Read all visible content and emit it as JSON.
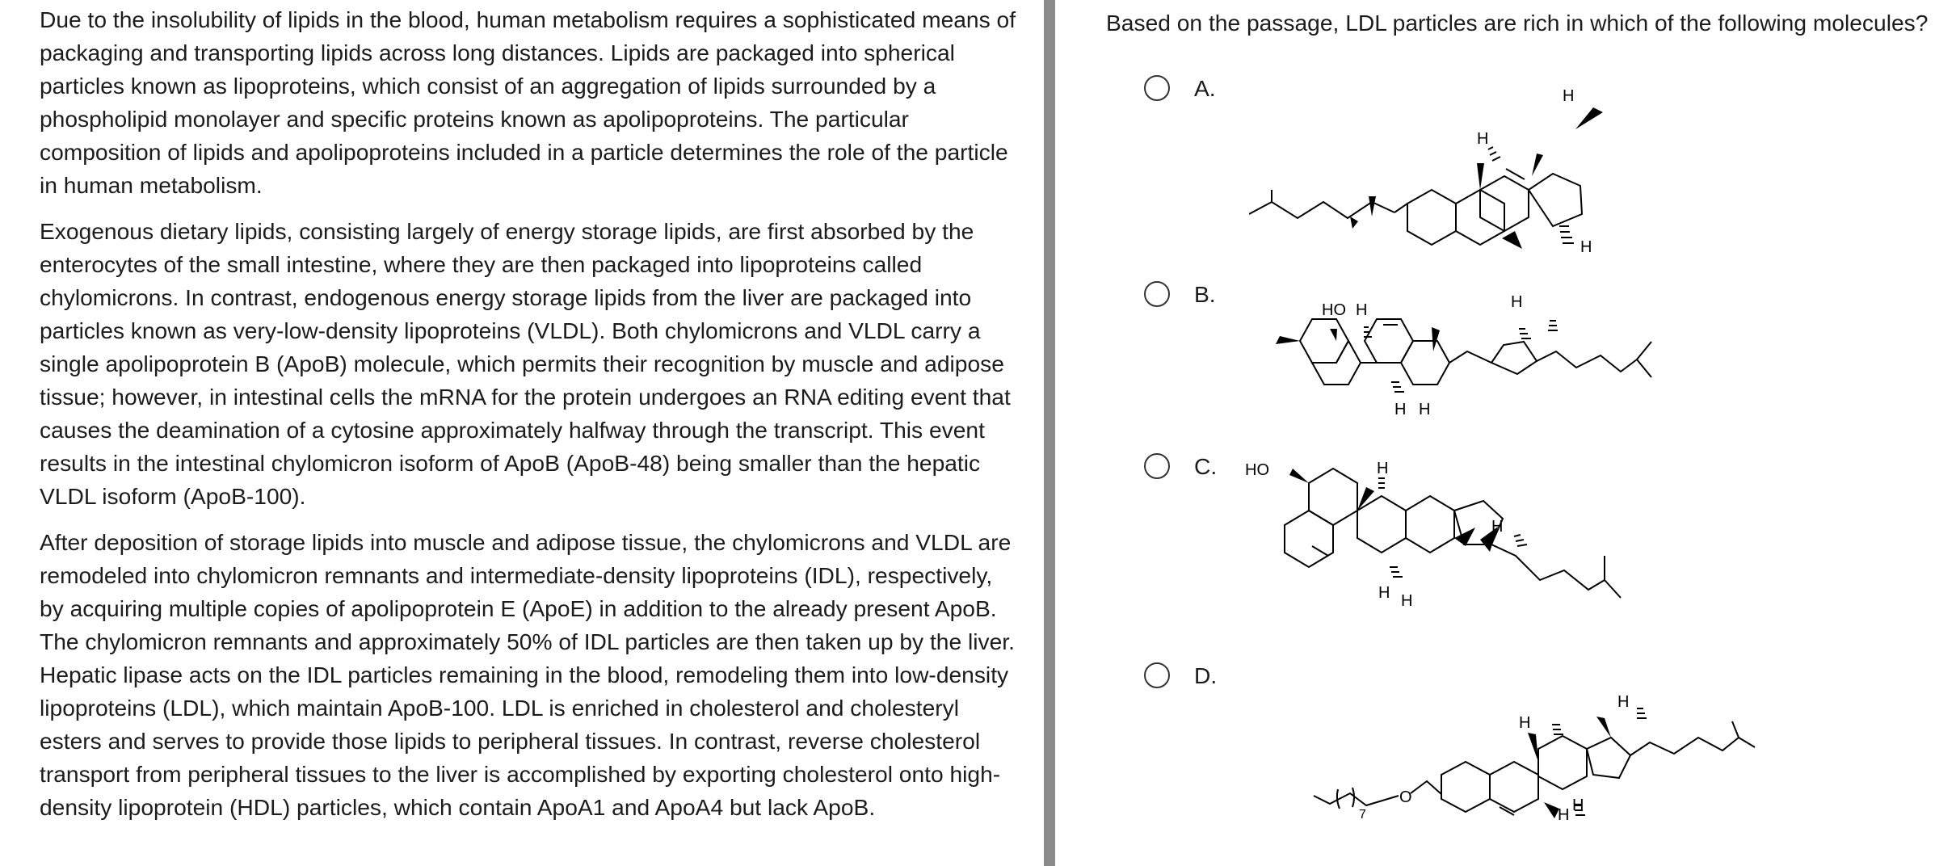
{
  "passage": {
    "paragraphs": [
      "Due to the insolubility of lipids in the blood, human metabolism requires a sophisticated means of packaging and transporting lipids across long distances.  Lipids are packaged into spherical particles known as lipoproteins, which consist of an aggregation of lipids surrounded by a phospholipid monolayer and specific proteins known as apolipoproteins.  The particular composition of lipids and apolipoproteins included in a particle determines the role of the particle in human metabolism.",
      "Exogenous dietary lipids, consisting largely of energy storage lipids, are first absorbed by the enterocytes of the small intestine, where they are then packaged into lipoproteins called chylomicrons.  In contrast, endogenous energy storage lipids from the liver are packaged into particles known as very-low-density lipoproteins (VLDL).  Both chylomicrons and VLDL carry a single apolipoprotein B (ApoB) molecule, which permits their recognition by muscle and adipose tissue; however, in intestinal cells the mRNA for the protein undergoes an RNA editing event that causes the deamination of a cytosine approximately halfway through the transcript.  This event results in the intestinal chylomicron isoform of ApoB (ApoB-48) being smaller than the hepatic VLDL isoform (ApoB-100).",
      "After deposition of storage lipids into muscle and adipose tissue, the chylomicrons and VLDL are remodeled into chylomicron remnants and intermediate-density lipoproteins (IDL), respectively, by acquiring multiple copies of apolipoprotein E (ApoE) in addition to the already present ApoB.  The chylomicron remnants and approximately 50% of IDL particles are then taken up by the liver.  Hepatic lipase acts on the IDL particles remaining in the blood, remodeling them into low-density lipoproteins (LDL), which maintain ApoB-100.  LDL is enriched in cholesterol and cholesteryl esters and serves to provide those lipids to peripheral tissues.  In contrast, reverse cholesterol transport from peripheral tissues to the liver is accomplished by exporting cholesterol onto high-density lipoprotein (HDL) particles, which contain ApoA1 and ApoA4 but lack ApoB."
    ]
  },
  "question": {
    "stem": "Based on the passage, LDL particles are rich in which of the following molecules?",
    "choices": [
      {
        "letter": "A.",
        "structure_labels": {
          "h1": "H",
          "h2": "H",
          "h3": "H"
        }
      },
      {
        "letter": "B.",
        "structure_labels": {
          "ho": "HO",
          "h1": "H",
          "h2": "H",
          "h3": "H",
          "h4": "H"
        }
      },
      {
        "letter": "C.",
        "structure_labels": {
          "ho": "HO",
          "h1": "H",
          "h2": "H",
          "h3": "H",
          "h4": "H"
        }
      },
      {
        "letter": "D.",
        "structure_labels": {
          "o": "O",
          "sub": "7",
          "h1": "H",
          "h2": "H",
          "h3": "H",
          "h4": "H"
        }
      }
    ]
  },
  "colors": {
    "divider": "#8a8a8a",
    "text": "#1c1c1c"
  }
}
